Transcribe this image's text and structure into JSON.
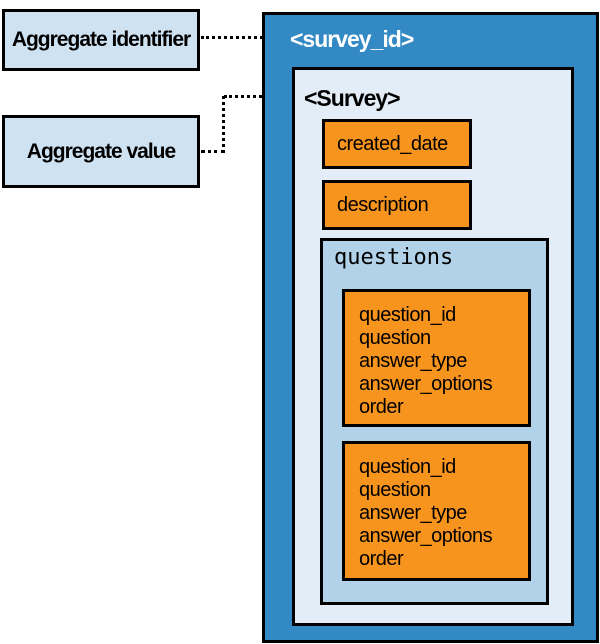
{
  "colors": {
    "primary-blue": "#3389c4",
    "note-bg": "#cfe2f1",
    "survey-bg": "#e3edf8",
    "questions-bg": "#b2d2e9",
    "orange": "#f7941e",
    "border": "#000000",
    "id-text": "#ffffff"
  },
  "annotations": {
    "identifier_label": "Aggregate identifier",
    "value_label": "Aggregate value"
  },
  "aggregate": {
    "id_label": "<survey_id>",
    "root_label": "<Survey>",
    "fields": [
      "created_date",
      "description"
    ],
    "collection": {
      "name": "questions",
      "items": [
        {
          "fields": [
            "question_id",
            "question",
            "answer_type",
            "answer_options",
            "order"
          ]
        },
        {
          "fields": [
            "question_id",
            "question",
            "answer_type",
            "answer_options",
            "order"
          ]
        }
      ]
    }
  }
}
